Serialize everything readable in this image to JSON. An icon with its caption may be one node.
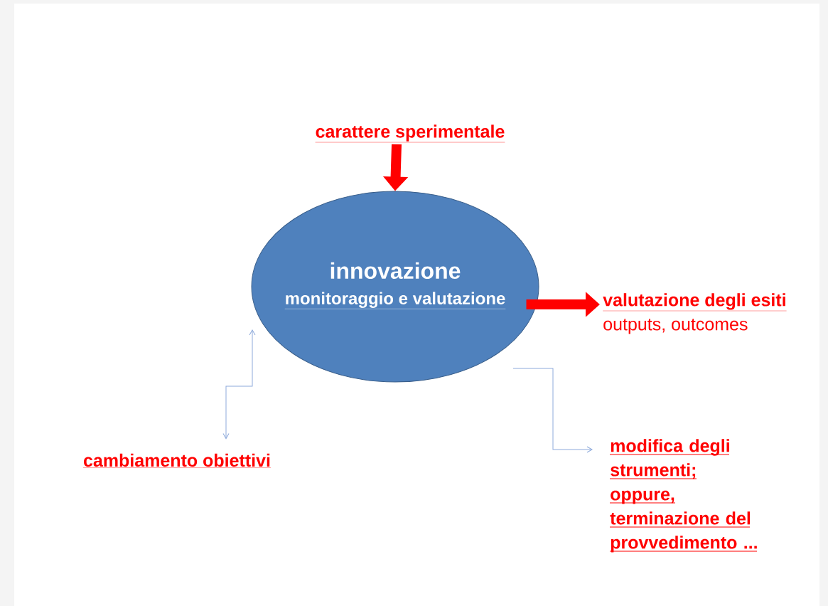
{
  "diagram": {
    "nodes": [
      {
        "text": [
          "innovazione",
          "monitoraggio e valutazione"
        ]
      },
      {
        "text": [
          "carattere sperimentale"
        ]
      },
      {
        "text": [
          "valutazione degli esiti",
          "outputs, outcomes"
        ]
      },
      {
        "text": [
          "cambiamento obiettivi"
        ]
      },
      {
        "text": [
          "modifica degli strumenti;",
          "oppure, terminazione del provvedimento ..."
        ]
      }
    ],
    "edges": [
      {
        "from": 1,
        "to": 0,
        "arrow": "to",
        "style": "thick",
        "color": "#ff0000"
      },
      {
        "from": 0,
        "to": 2,
        "arrow": "to",
        "style": "thick",
        "color": "#ff0000"
      },
      {
        "from": 3,
        "to": 0,
        "arrow": "both",
        "color": "#8eaadb"
      },
      {
        "from": 0,
        "to": 4,
        "arrow": "to",
        "color": "#8eaadb"
      }
    ]
  }
}
